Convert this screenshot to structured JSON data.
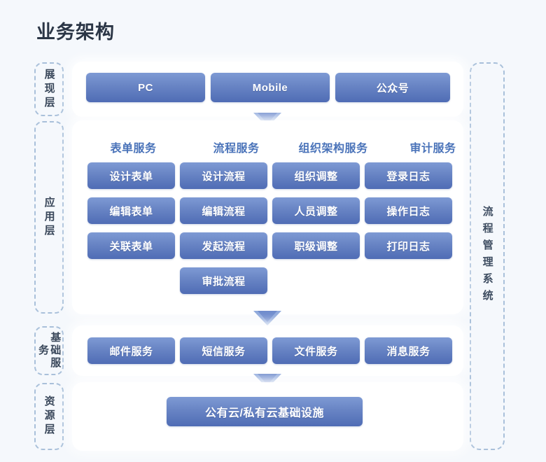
{
  "title": "业务架构",
  "right_label": "流程管理系统",
  "layers": [
    {
      "id": "presentation",
      "label": "展现层"
    },
    {
      "id": "application",
      "label": "应用层"
    },
    {
      "id": "basic-service",
      "label": "基础服务"
    },
    {
      "id": "resource",
      "label": "资源层"
    }
  ],
  "presentation": {
    "items": [
      "PC",
      "Mobile",
      "公众号"
    ]
  },
  "application": {
    "columns": [
      {
        "header": "表单服务",
        "items": [
          "设计表单",
          "编辑表单",
          "关联表单"
        ]
      },
      {
        "header": "流程服务",
        "items": [
          "设计流程",
          "编辑流程",
          "发起流程",
          "审批流程"
        ]
      },
      {
        "header": "组织架构服务",
        "items": [
          "组织调整",
          "人员调整",
          "职级调整"
        ]
      },
      {
        "header": "审计服务",
        "items": [
          "登录日志",
          "操作日志",
          "打印日志"
        ]
      }
    ]
  },
  "basic_service": {
    "items": [
      "邮件服务",
      "短信服务",
      "文件服务",
      "消息服务"
    ]
  },
  "resource": {
    "items": [
      "公有云/私有云基础设施"
    ]
  },
  "arrows": [
    {
      "id": "arrow-presentation-to-application"
    },
    {
      "id": "arrow-application-to-basic"
    },
    {
      "id": "arrow-basic-to-resource"
    }
  ],
  "colors": {
    "background": "#f5f8fc",
    "panel": "#ffffff",
    "button_top": "#7e9ad4",
    "button_bottom": "#4f6cb5",
    "title_text": "#2b3646",
    "header_text": "#4a73b9",
    "tag_border": "#a9c0da",
    "arrow": "#8aa5d8"
  }
}
